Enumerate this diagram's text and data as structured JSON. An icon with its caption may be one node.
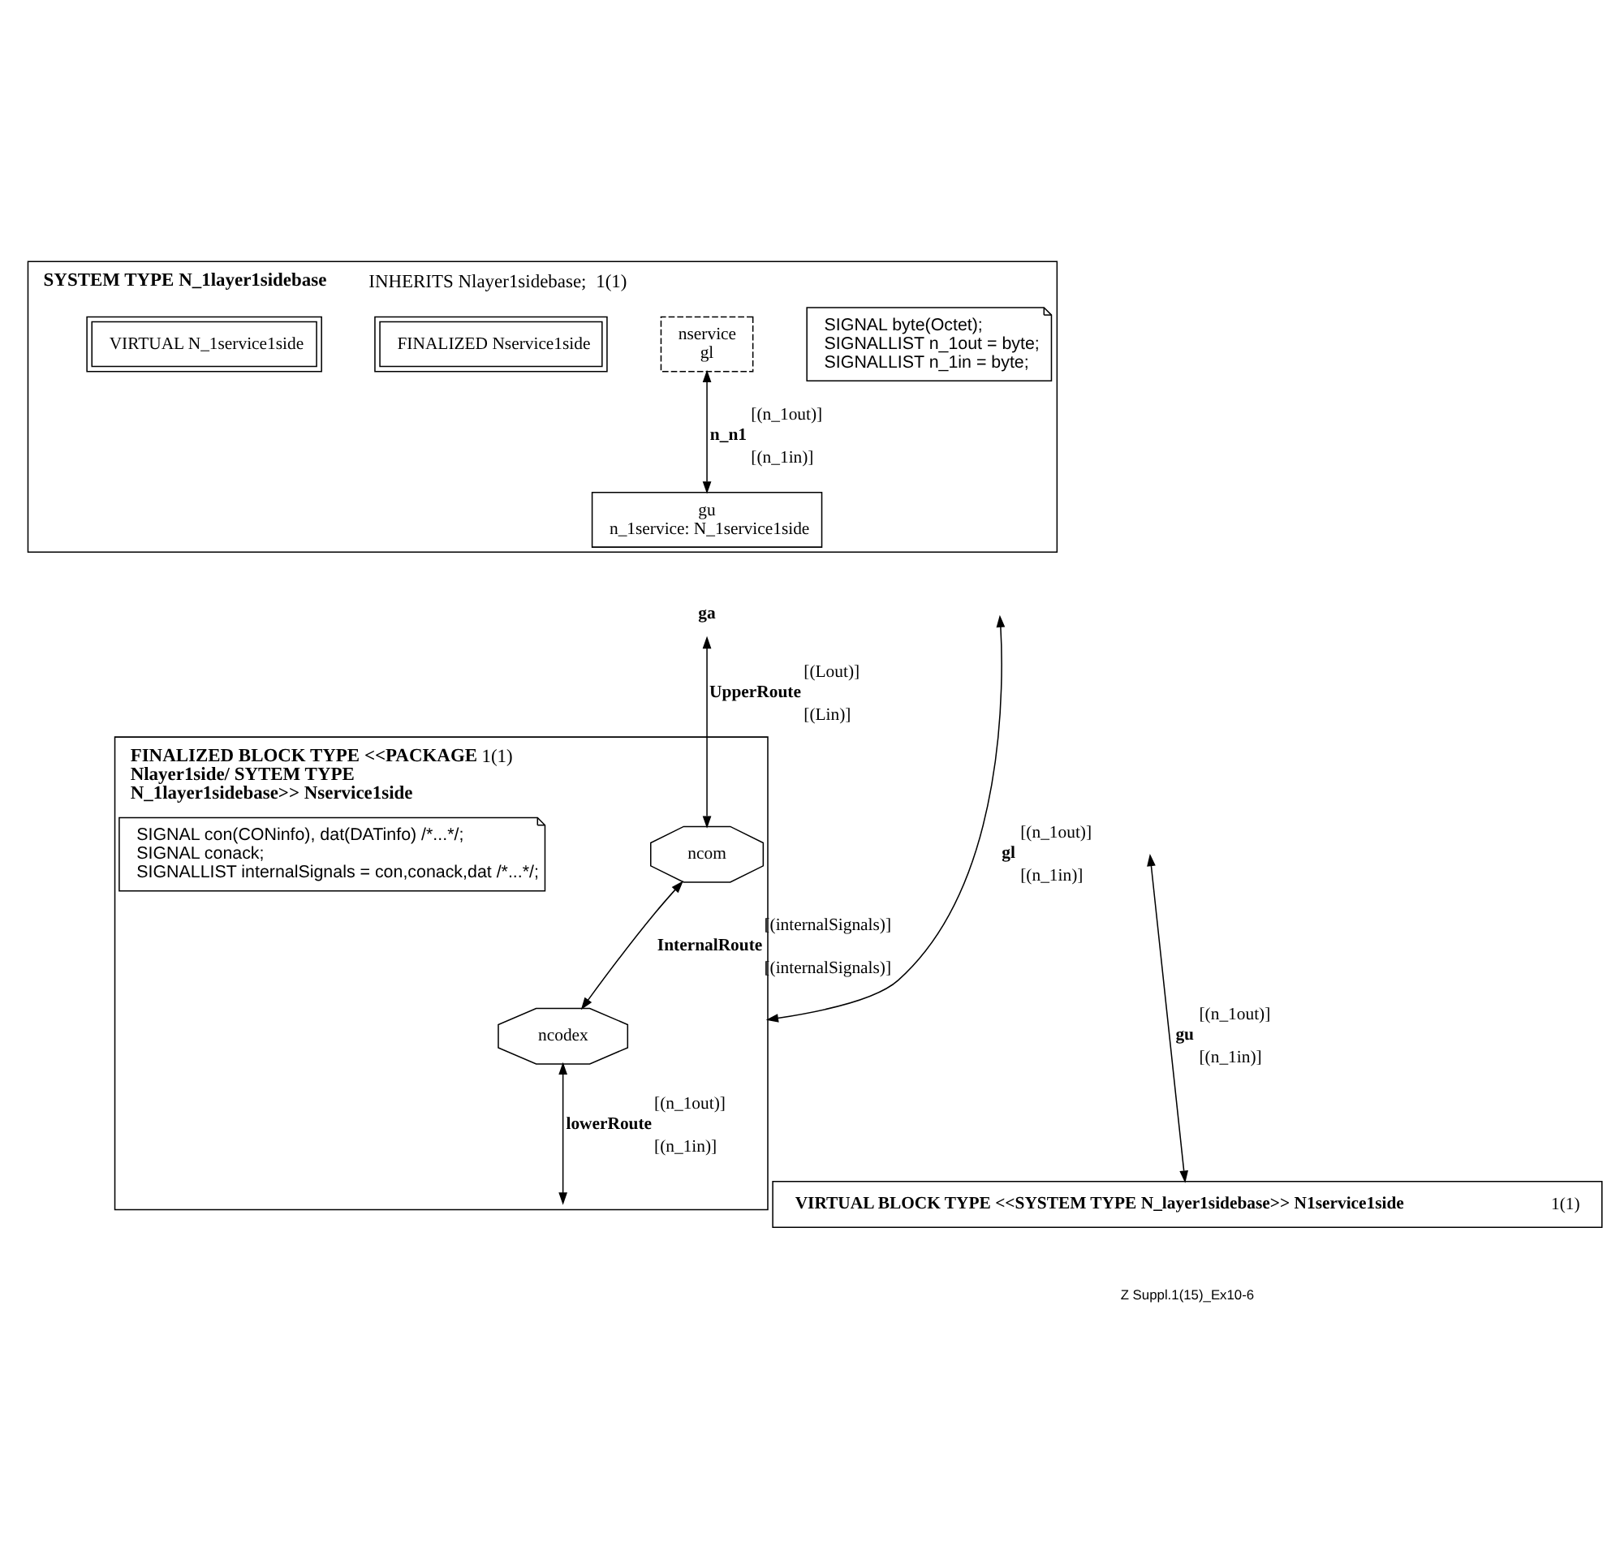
{
  "diagram": {
    "nodes": [
      {
        "text": [
          "SYSTEM TYPE N_1layer1sidebase",
          "INHERITS Nlayer1sidebase;",
          "1(1)"
        ]
      },
      {
        "text": [
          "SIGNAL byte(Octet);",
          "SIGNALLIST n_1out = byte;",
          "SIGNALLIST n_1in = byte;"
        ],
        "in": 0
      },
      {
        "text": [
          "nservice",
          "gl"
        ],
        "in": 0
      },
      {
        "text": [
          "gu",
          "n_1service: N_1service1side"
        ],
        "in": 0
      },
      {
        "text": [
          "FINALIZED Nservice1side"
        ],
        "in": 0
      },
      {
        "text": [
          "VIRTUAL N_1service1side"
        ],
        "in": 0
      },
      {
        "text": [
          "FINALIZED BLOCK TYPE <<PACKAGE Nlayer1side/ SYTEM TYPE N_1layer1sidebase>> Nservice1side",
          "1(1)"
        ]
      },
      {
        "text": [
          "SIGNAL con(CONinfo), dat(DATinfo) /*...*/;",
          "SIGNAL conack;",
          "SIGNALLIST internalSignals = con,conack,dat /*...*/;"
        ],
        "in": 6
      },
      {
        "text": [
          "ncom"
        ],
        "in": 6
      },
      {
        "text": [
          "ncodex"
        ],
        "in": 6
      },
      {
        "text": [
          "ga"
        ]
      },
      {
        "text": [
          "VIRTUAL BLOCK TYPE <<SYSTEM TYPE N_layer1sidebase>> N1service1side",
          "1(1)"
        ]
      }
    ],
    "edges": [
      {
        "from": 2,
        "to": 3,
        "arrow": "both",
        "label": "n_n1"
      },
      {
        "from": 10,
        "to": 8,
        "arrow": "both",
        "label": "UpperRoute"
      },
      {
        "from": 8,
        "to": 9,
        "arrow": "both",
        "label": "InternalRoute"
      },
      {
        "from": 9,
        "to": 6,
        "arrow": "both",
        "label": "lowerRoute"
      },
      {
        "from": 6,
        "to": null,
        "arrow": "both",
        "label": "gl"
      },
      {
        "from": null,
        "to": 11,
        "arrow": "both",
        "label": "gu"
      }
    ],
    "labels": [
      "[(n_1out)]",
      "[(n_1in)]",
      "[(Lout)]",
      "[(Lin)]",
      "[(internalSignals)]",
      "[(internalSignals)]",
      "[(n_1out)]",
      "[(n_1in)]",
      "[(n_1out)]",
      "[(n_1in)]",
      "[(n_1out)]",
      "[(n_1in)]",
      "Z Suppl.1(15)_Ex10-6"
    ]
  }
}
